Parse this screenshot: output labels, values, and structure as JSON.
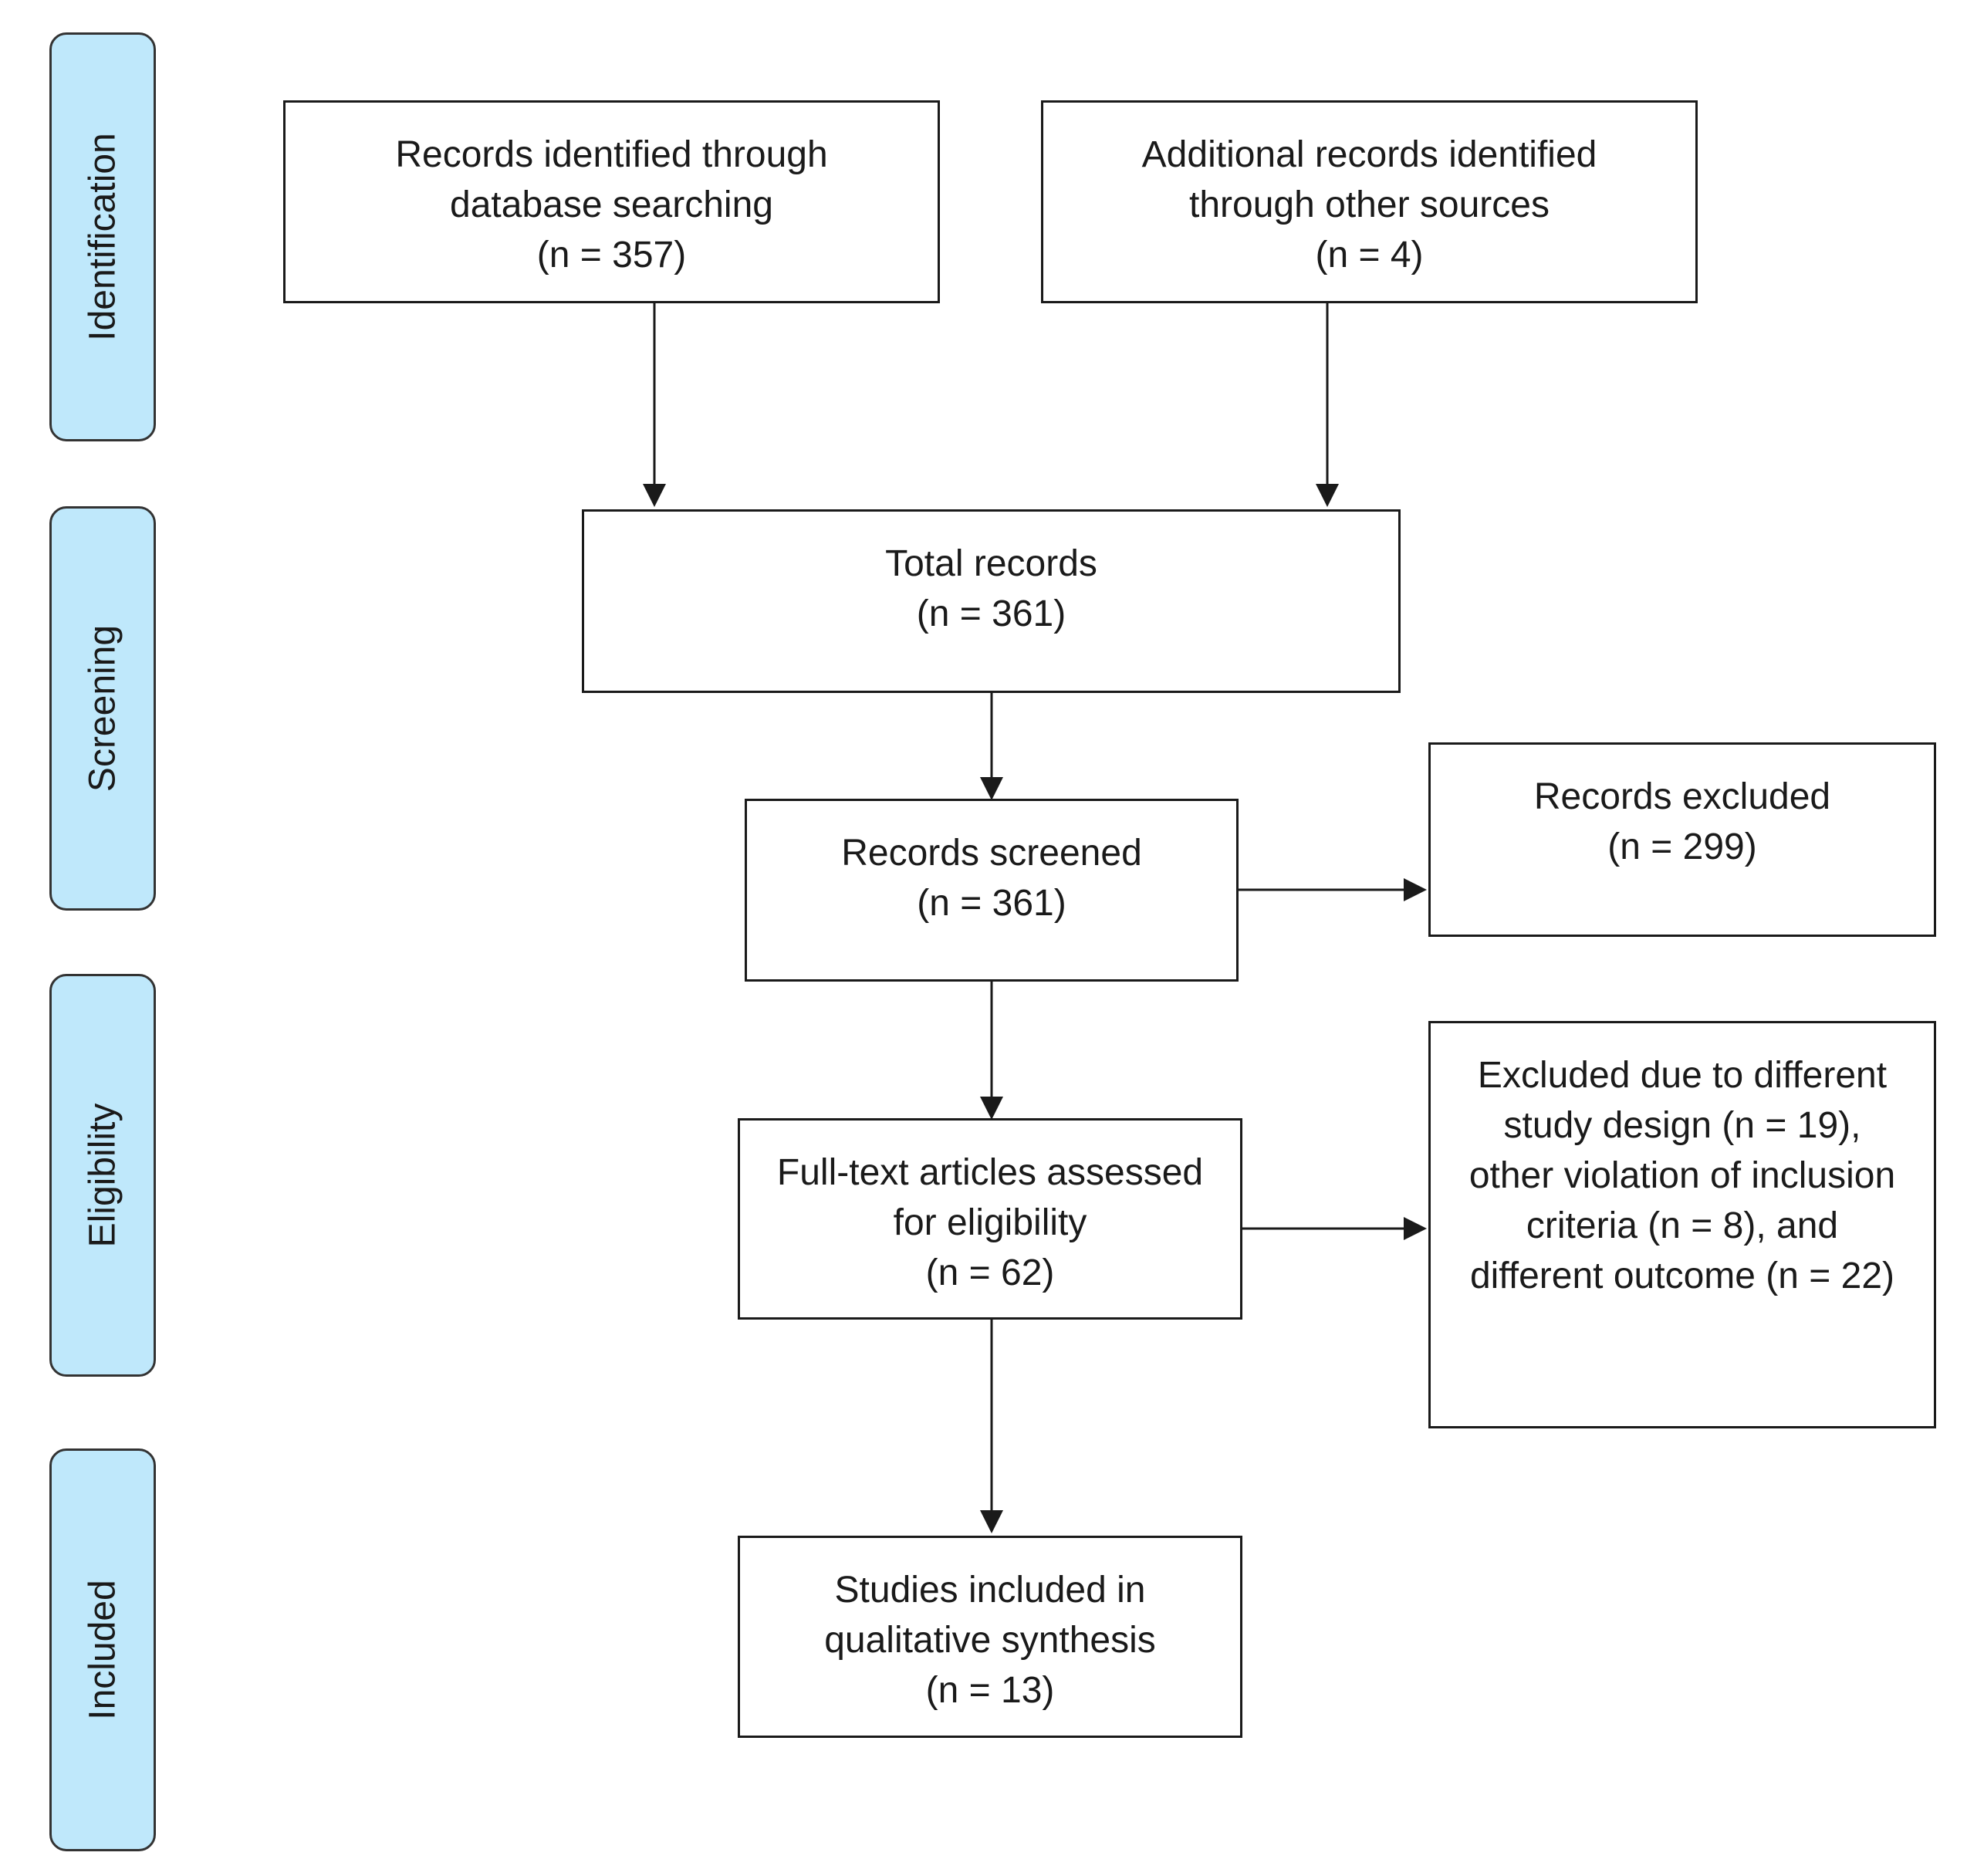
{
  "stages": {
    "identification": "Identification",
    "screening": "Screening",
    "eligibility": "Eligibility",
    "included": "Included"
  },
  "boxes": {
    "database": {
      "lines": [
        "Records identified through",
        "database searching",
        "(n = 357)"
      ]
    },
    "other_sources": {
      "lines": [
        "Additional records identified",
        "through other sources",
        "(n = 4)"
      ]
    },
    "total": {
      "lines": [
        "Total records",
        "(n = 361)"
      ]
    },
    "screened": {
      "lines": [
        "Records screened",
        "(n = 361)"
      ]
    },
    "excluded": {
      "lines": [
        "Records excluded",
        "(n = 299)"
      ]
    },
    "fulltext": {
      "lines": [
        "Full-text articles assessed",
        "for eligibility",
        "(n = 62)"
      ]
    },
    "excluded_fulltext": {
      "lines": [
        "Excluded due to different",
        "study design (n = 19),",
        "other violation of inclusion",
        "criteria (n = 8), and",
        "different outcome (n = 22)"
      ]
    },
    "included": {
      "lines": [
        "Studies included in",
        "qualitative synthesis",
        "(n = 13)"
      ]
    }
  },
  "colors": {
    "stage_fill": "#bfe8fb",
    "line": "#1a1a1a"
  }
}
